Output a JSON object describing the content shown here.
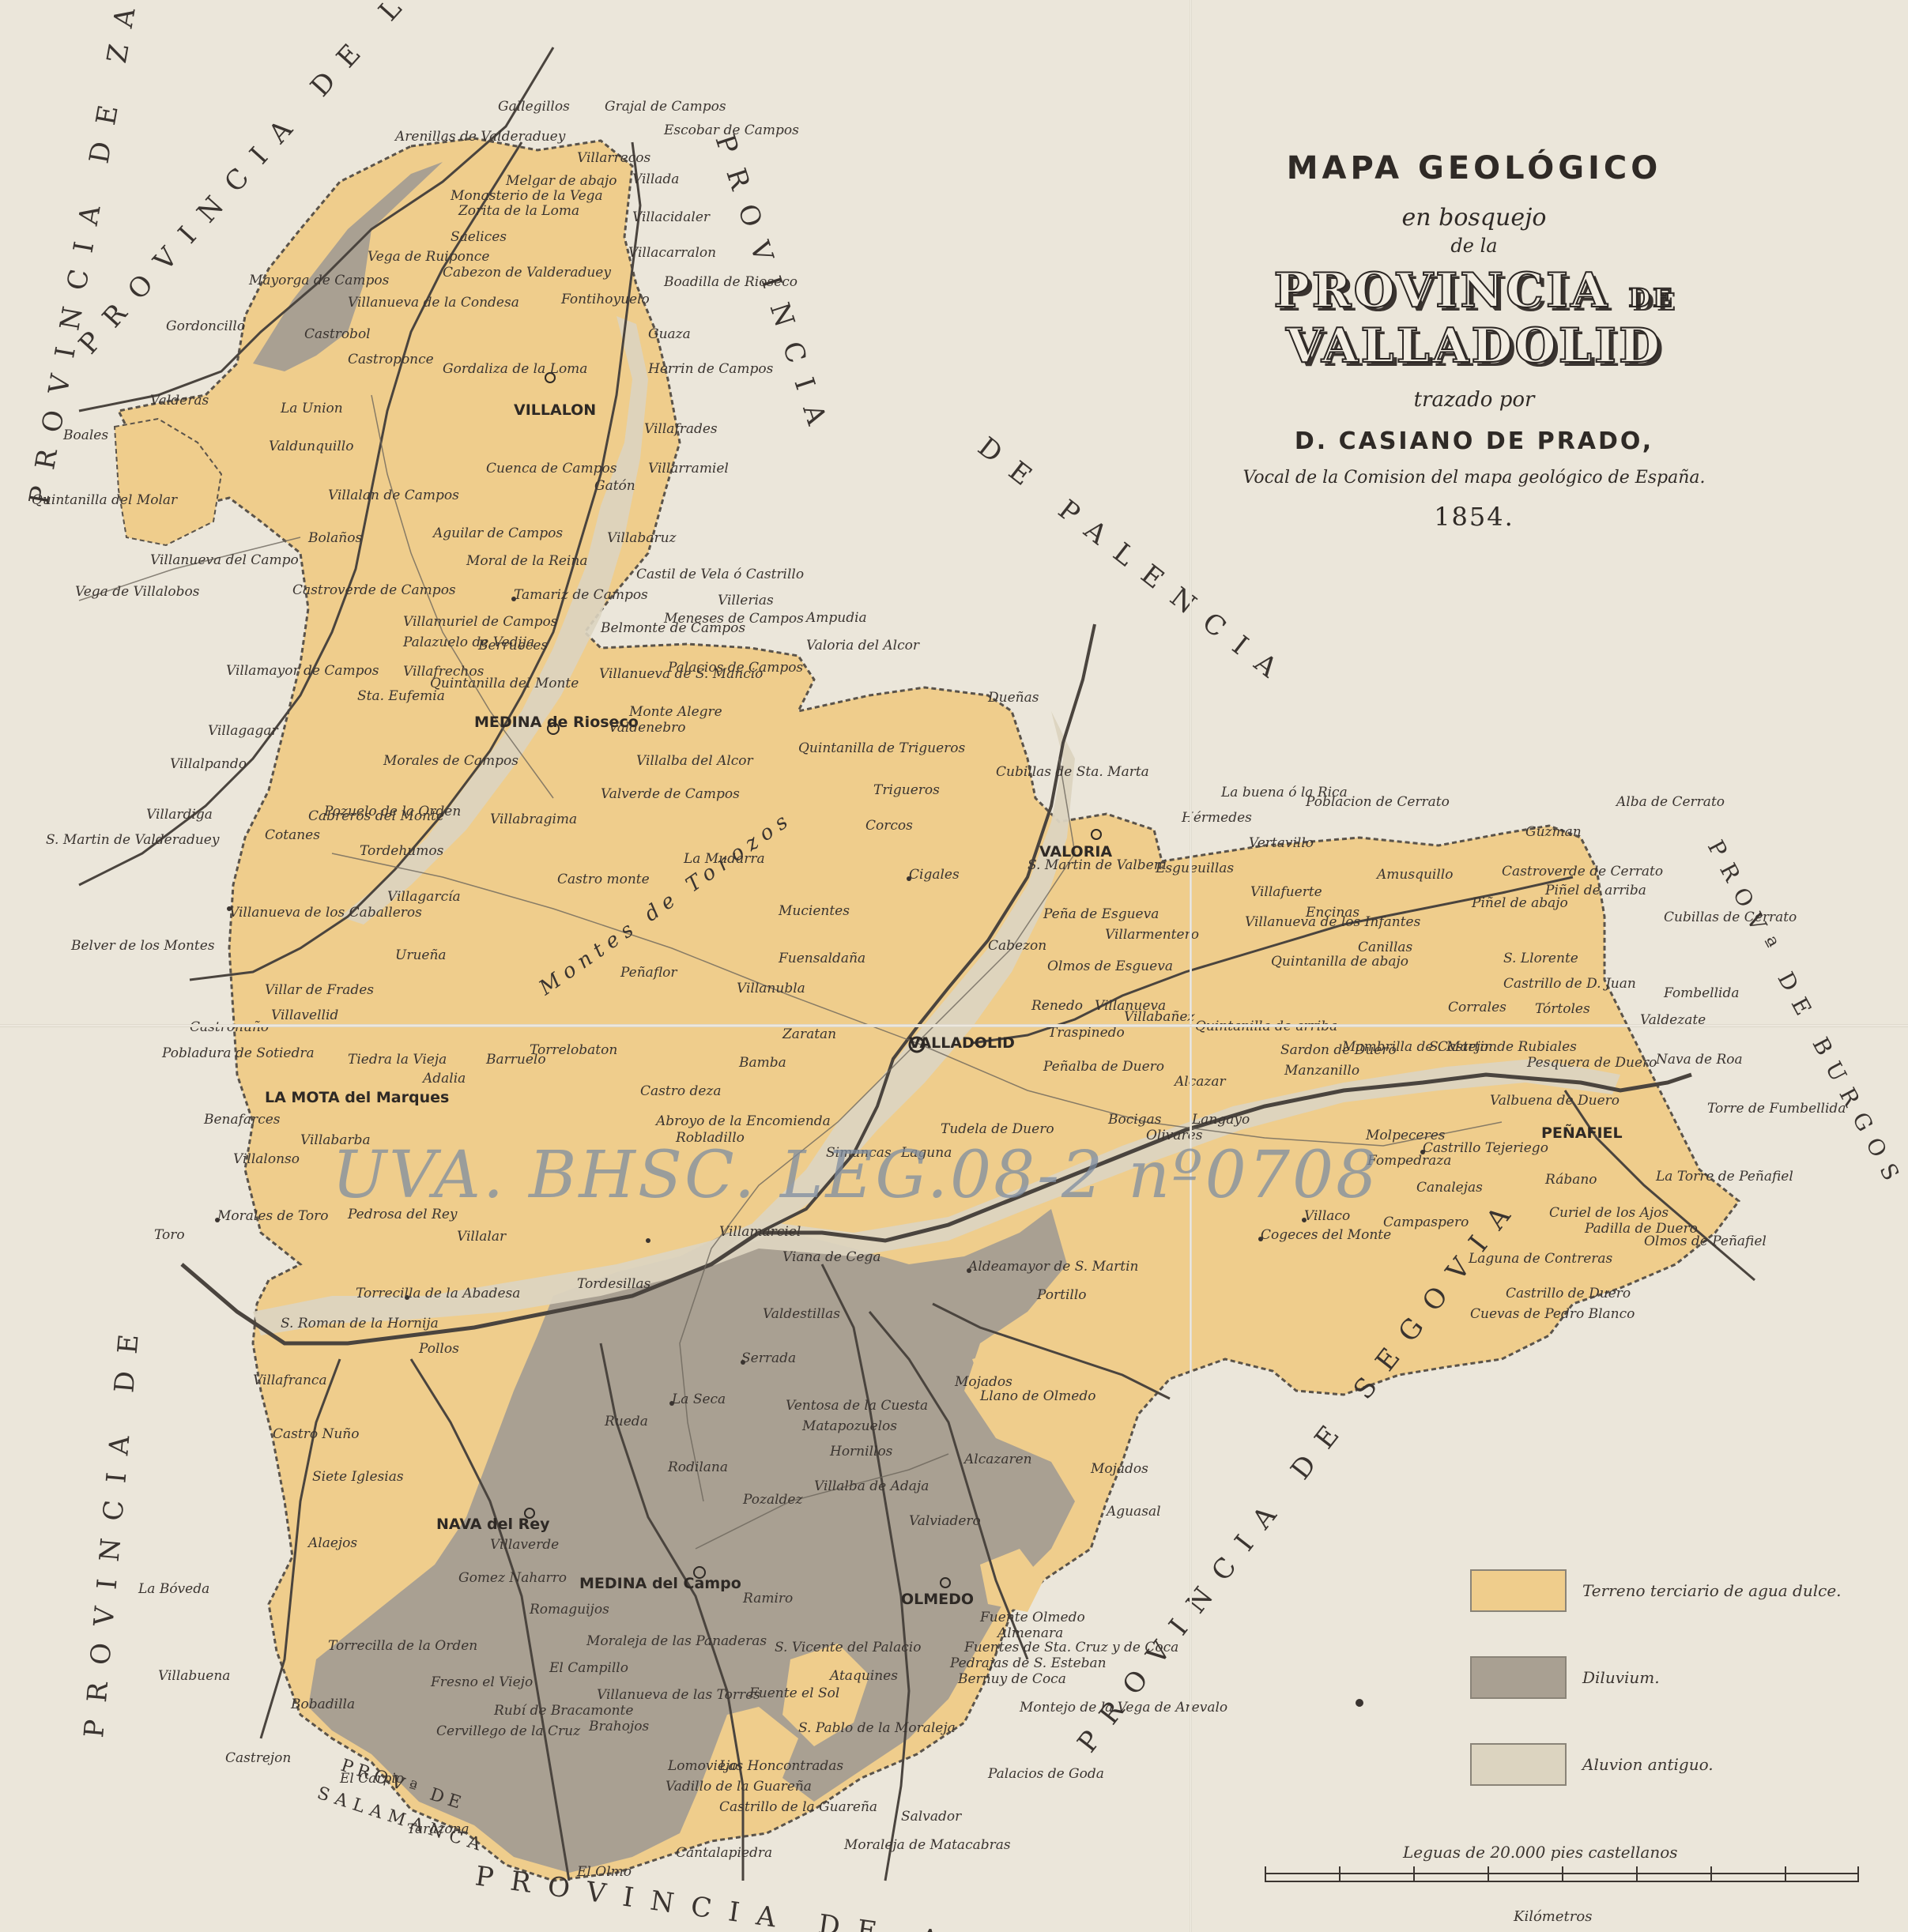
{
  "title": {
    "line1": "MAPA GEOLÓGICO",
    "line2": "en bosquejo",
    "line3": "de la",
    "line4a": "PROVINCIA",
    "line4b": "DE",
    "line4c": "VALLADOLID",
    "line5": "trazado por",
    "author": "D. CASIANO DE PRADO,",
    "role": "Vocal de la Comision del mapa geológico de España.",
    "year": "1854."
  },
  "watermark": "UVA. BHSC. LEG.08-2 nº0708",
  "colors": {
    "tertiary": "#efcd8c",
    "diluvium": "#a9a092",
    "alluvium": "#dcd4c0",
    "paper": "#ebe6da",
    "ink": "#3a3430"
  },
  "legend": [
    {
      "label": "Terreno terciario de agua dulce.",
      "color": "#efcd8c"
    },
    {
      "label": "Diluvium.",
      "color": "#a9a092"
    },
    {
      "label": "Aluvion antiguo.",
      "color": "#dcd4c0"
    }
  ],
  "scale": {
    "title": "Leguas de 20.000 pies castellanos",
    "unit": "Kilómetros"
  },
  "provinces": {
    "leon": "PROVINCIA DE LEON",
    "palencia_north": "PROVINCIA",
    "palencia_east": "DE PALENCIA",
    "zamora": "PROVINCIA DE ZAMORA",
    "burgos": "PROVª DE BURGOS",
    "segovia": "PROVINCIA DE SEGOVIA",
    "avila": "PROVINCIA DE AVILA",
    "salamanca_1": "PROVª DE",
    "salamanca_2": "SALAMANCA"
  },
  "mountains": "Montes de Torozos",
  "major_towns": [
    {
      "name": "VALLADOLID"
    },
    {
      "name": "VILLALON"
    },
    {
      "name": "MEDINA de Rioseco"
    },
    {
      "name": "LA MOTA del Marques"
    },
    {
      "name": "NAVA del Rey"
    },
    {
      "name": "MEDINA del Campo"
    },
    {
      "name": "OLMEDO"
    },
    {
      "name": "PEÑAFIEL"
    },
    {
      "name": "VALORIA"
    }
  ],
  "towns": [
    "Gallegillos",
    "Grajal de Campos",
    "Escobar de Campos",
    "Arenillas de Valderaduey",
    "Villarrecos",
    "Villada",
    "Villacidaler",
    "Boadilla de Rioseco",
    "Melgar de abajo",
    "Monasterio de la Vega",
    "Zorita de la Loma",
    "Saelices",
    "Vega de Ruiponce",
    "Cabezon de Valderaduey",
    "Villanueva de la Condesa",
    "Mayorga de Campos",
    "Gordoncillo",
    "Castrobol",
    "Castroponce",
    "Gordaliza de la Loma",
    "Fontihoyuelo",
    "Guaza",
    "Herrin de Campos",
    "Valderas",
    "Boales",
    "La Union",
    "Valdunquillo",
    "Villacarralon",
    "Villafrades",
    "Villarramiel",
    "Cuenca de Campos",
    "Gatón",
    "Villalan de Campos",
    "Quintanilla del Molar",
    "Bolaños",
    "Aguilar de Campos",
    "Moral de la Reina",
    "Villabaruz",
    "Villanueva del Campo",
    "Vega de Villalobos",
    "Castroverde de Campos",
    "Tamariz de Campos",
    "Castil de Vela ó Castrillo",
    "Villerias",
    "Ampudia",
    "Valoria del Alcor",
    "Meneses de Campos",
    "Belmonte de Campos",
    "Villamuriel de Campos",
    "Palazuelo de Vedija",
    "Berrueces",
    "Villafrechos",
    "Villanueva de S. Mancio",
    "Palacios de Campos",
    "Villamayor de Campos",
    "Sta. Eufemia",
    "Villagagar",
    "Quintanilla del Monte",
    "Monte Alegre",
    "Valdenebro",
    "Villalba del Alcor",
    "Quintanilla de Trigueros",
    "Cubillas de Sta. Marta",
    "Dueñas",
    "Villalpando",
    "Morales de Campos",
    "Cabreros del Monte",
    "Valverde de Campos",
    "Trigueros",
    "Corcos",
    "Villardiga",
    "Pozuelo de la Orden",
    "Villabragima",
    "Tordehumos",
    "Cotanes",
    "S. Martin de Valderaduey",
    "Castro monte",
    "La Mudarra",
    "Cigales",
    "Cabezon",
    "Mucientes",
    "Villagarcía",
    "Villanueva de los Caballeros",
    "Urueña",
    "Belver de los Montes",
    "Peñaflor",
    "Fuensaldaña",
    "Villanubla",
    "Villar de Frades",
    "Villavellid",
    "Torrelobaton",
    "Zaratan",
    "Pobladura de Sotiedra",
    "Castronuño",
    "Tiedra la Vieja",
    "Adalia",
    "Barruelo",
    "Bamba",
    "Castro deza",
    "Abroyo de la Encomienda",
    "Robladillo",
    "Simancas",
    "Laguna",
    "Tudela de Duero",
    "Villabarba",
    "Benafarces",
    "Villalonso",
    "Morales de Toro",
    "Villalar",
    "Pedrosa del Rey",
    "Tordesillas",
    "Villamarciel",
    "Viana de Cega",
    "Toro",
    "Torrecilla de la Abadesa",
    "S. Roman de la Hornija",
    "Pollos",
    "Valdestillas",
    "Serrada",
    "La Seca",
    "Rueda",
    "Ventosa de la Cuesta",
    "Matapozuelos",
    "Villafranca",
    "Castro Nuño",
    "Siete Iglesias",
    "Alaejos",
    "Villaverde",
    "Rodilana",
    "Pozaldez",
    "Hornillos",
    "Villalba de Adaja",
    "Valviadero",
    "Aldeamayor de S. Martin",
    "Portillo",
    "Mojados",
    "Alcazaren",
    "Cogeces del Monte",
    "Villaco",
    "Castrillo Tejeriego",
    "Olivares",
    "Quintanilla de abajo",
    "Quintanilla de arriba",
    "Sardon de Duero",
    "Manzanillo",
    "Langayo",
    "Molpeceres",
    "Fompedraza",
    "Canalejas",
    "Campaspero",
    "Laguna de Contreras",
    "Cuevas de Pedro Blanco",
    "Castrillo de Duero",
    "Olmos de Peñafiel",
    "La Torre de Peñafiel",
    "Rábano",
    "Curiel de los Ajos",
    "Padilla de Duero",
    "Pesquera de Duero",
    "Valbuena de Duero",
    "S. Martin de Rubiales",
    "Mambrilla de Castejon",
    "Nava de Roa",
    "Valdezate",
    "Torre de Fumbellida",
    "Fombellida",
    "Castroverde de Cerrato",
    "Amusquillo",
    "Villafuerte",
    "Encinas",
    "Canillas",
    "Piñel de arriba",
    "Piñel de abajo",
    "S. Llorente",
    "Corrales",
    "Castrillo de D. Juan",
    "Tórtoles",
    "Guzman",
    "Alba de Cerrato",
    "Cubillas de Cerrato",
    "Vertavillo",
    "Hérmedes",
    "La buena ó la Rica",
    "Poblacion de Cerrato",
    "S. Martin de Valbeni",
    "Esgueuillas",
    "Peña de Esgueva",
    "Villanueva de los Infantes",
    "Villarmentero",
    "Olmos de Esgueva",
    "Villanueva",
    "Renedo",
    "Villabañez",
    "Traspinedo",
    "Peñalba de Duero",
    "Bocigas",
    "Alcazar",
    "Pedrajas de S. Esteban",
    "Mojados",
    "Aguasal",
    "Llano de Olmedo",
    "Fuente Olmedo",
    "Almenara",
    "Fuentes de Sta. Cruz y de Coca",
    "Bernuy de Coca",
    "Montejo de la Vega de Arevalo",
    "Palacios de Goda",
    "Salvador",
    "Moraleja de Matacabras",
    "Cantalapiedra",
    "El Olmo",
    "Tarazona",
    "Castrejon",
    "El Carpio",
    "Torrecilla de la Orden",
    "Fresno el Viejo",
    "Bobadilla",
    "Cervillego de la Cruz",
    "Rubí de Bracamonte",
    "Brahojos",
    "Villanueva de las Torres",
    "El Campillo",
    "Romaguijos",
    "Moraleja de las Panaderas",
    "Gomez Naharro",
    "Ramiro",
    "S. Vicente del Palacio",
    "Ataquines",
    "Fuente el Sol",
    "S. Pablo de la Moraleja",
    "Lomoviejo",
    "Las Honcontradas",
    "Vadillo de la Guareña",
    "Castrillo de la Guareña",
    "La Bóveda",
    "Villabuena"
  ]
}
